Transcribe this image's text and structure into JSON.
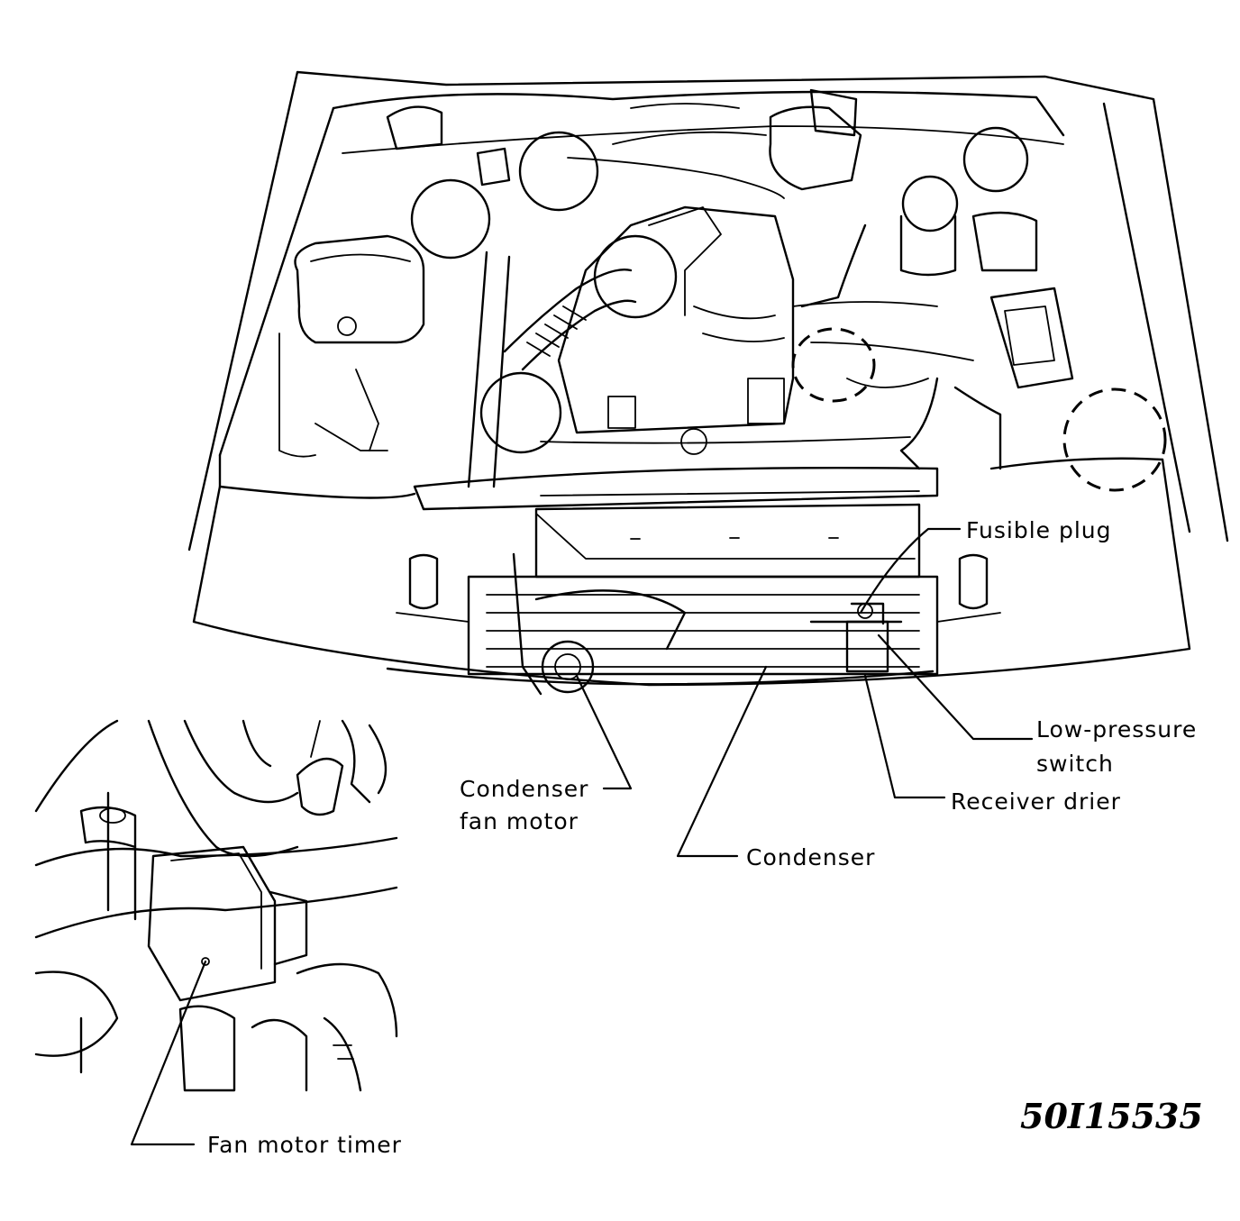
{
  "labels": {
    "fusible_plug": "Fusible plug",
    "low_pressure_1": "Low-pressure",
    "low_pressure_2": "switch",
    "receiver_drier": "Receiver drier",
    "condenser_fan_1": "Condenser",
    "condenser_fan_2": "fan motor",
    "condenser": "Condenser",
    "fan_motor_timer": "Fan motor timer"
  },
  "figure_number": "50I15535"
}
